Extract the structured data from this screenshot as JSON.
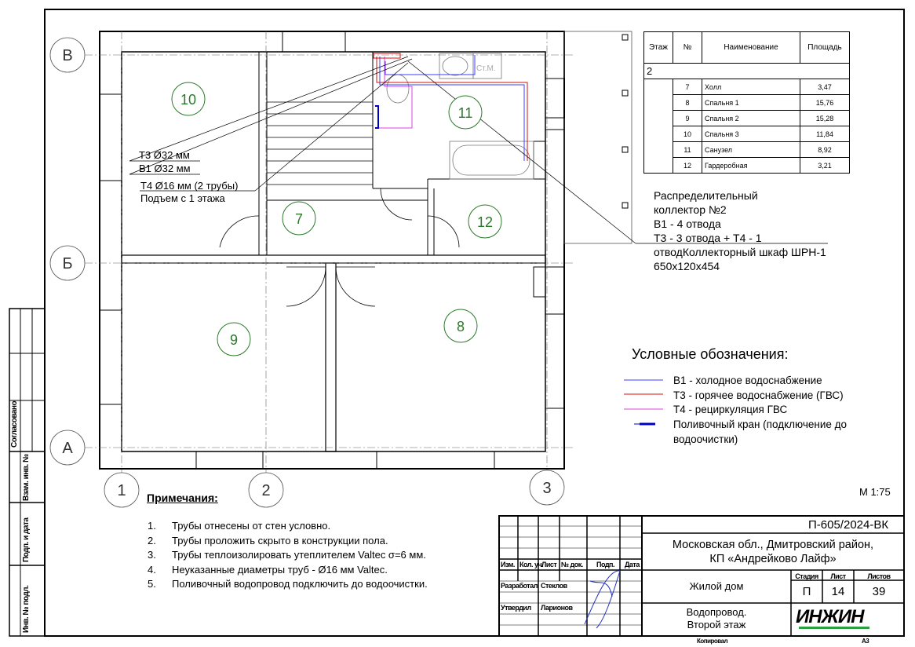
{
  "axes": {
    "rows": [
      "В",
      "Б",
      "А"
    ],
    "columns": [
      "1",
      "2",
      "3"
    ]
  },
  "rooms": [
    "10",
    "11",
    "7",
    "12",
    "9",
    "8"
  ],
  "plan_labels": {
    "washer": "Ст.М.",
    "t3": "Т3 Ø32 мм",
    "b1": "В1 Ø32 мм",
    "t4": "Т4 Ø16 мм (2 трубы)",
    "riser": "Подъем с 1 этажа"
  },
  "room_table": {
    "headers": [
      "Этаж",
      "№",
      "Наименование",
      "Площадь"
    ],
    "floor": "2",
    "rows": [
      {
        "no": "7",
        "name": "Холл",
        "area": "3,47"
      },
      {
        "no": "8",
        "name": "Спальня 1",
        "area": "15,76"
      },
      {
        "no": "9",
        "name": "Спальня 2",
        "area": "15,28"
      },
      {
        "no": "10",
        "name": "Спальня 3",
        "area": "11,84"
      },
      {
        "no": "11",
        "name": "Санузел",
        "area": "8,92"
      },
      {
        "no": "12",
        "name": "Гардеробная",
        "area": "3,21"
      }
    ]
  },
  "collector": [
    "Распределительный",
    "коллектор №2",
    "В1 - 4 отвода",
    "Т3 - 3 отвода + Т4 - 1",
    "отводКоллекторный шкаф ШРН-1",
    "650х120х454"
  ],
  "legend": {
    "title": "Условные обозначения:",
    "items": [
      {
        "label": "В1 - холодное водоснабжение",
        "color": "#3c3cff"
      },
      {
        "label": "Т3 - горячее водоснабжение (ГВС)",
        "color": "#d01010"
      },
      {
        "label": "Т4 - рециркуляция ГВС",
        "color": "#e040e0"
      },
      {
        "label": "Поливочный кран (подключение до",
        "label2": "водоочистки)",
        "color": "#0000c0"
      }
    ]
  },
  "scale": "М 1:75",
  "notes": {
    "title": "Примечания:",
    "items": [
      {
        "n": "1.",
        "text": "Трубы отнесены от стен условно."
      },
      {
        "n": "2.",
        "text": "Трубы проложить скрыто в конструкции пола."
      },
      {
        "n": "3.",
        "text": "Трубы теплоизолировать утеплителем Valtec σ=6 мм."
      },
      {
        "n": "4.",
        "text": "Неуказанные диаметры труб - Ø16 мм Valtec."
      },
      {
        "n": "5.",
        "text": "Поливочный водопровод подключить до водоочистки."
      }
    ]
  },
  "side_stamp": [
    "Согласовано",
    "Взам. инв. №",
    "Подп. и дата",
    "Инв. № подл."
  ],
  "title_block": {
    "code": "П-605/2024-ВК",
    "address1": "Московская обл., Дмитровский район,",
    "address2": "КП «Андрейково Лайф»",
    "col_headers": [
      "Изм.",
      "Кол. уч.",
      "Лист",
      "№ док.",
      "Подп.",
      "Дата"
    ],
    "developed_label": "Разработал",
    "developed_name": "Стеклов",
    "approved_label": "Утвердил",
    "approved_name": "Ларионов",
    "object": "Жилой дом",
    "stage_label": "Стадия",
    "sheet_label": "Лист",
    "sheets_label": "Листов",
    "stage": "П",
    "sheet": "14",
    "sheets": "39",
    "drawing1": "Водопровод.",
    "drawing2": "Второй этаж",
    "logo": "ИНЖИН",
    "copied": "Копировал",
    "format": "А3"
  }
}
